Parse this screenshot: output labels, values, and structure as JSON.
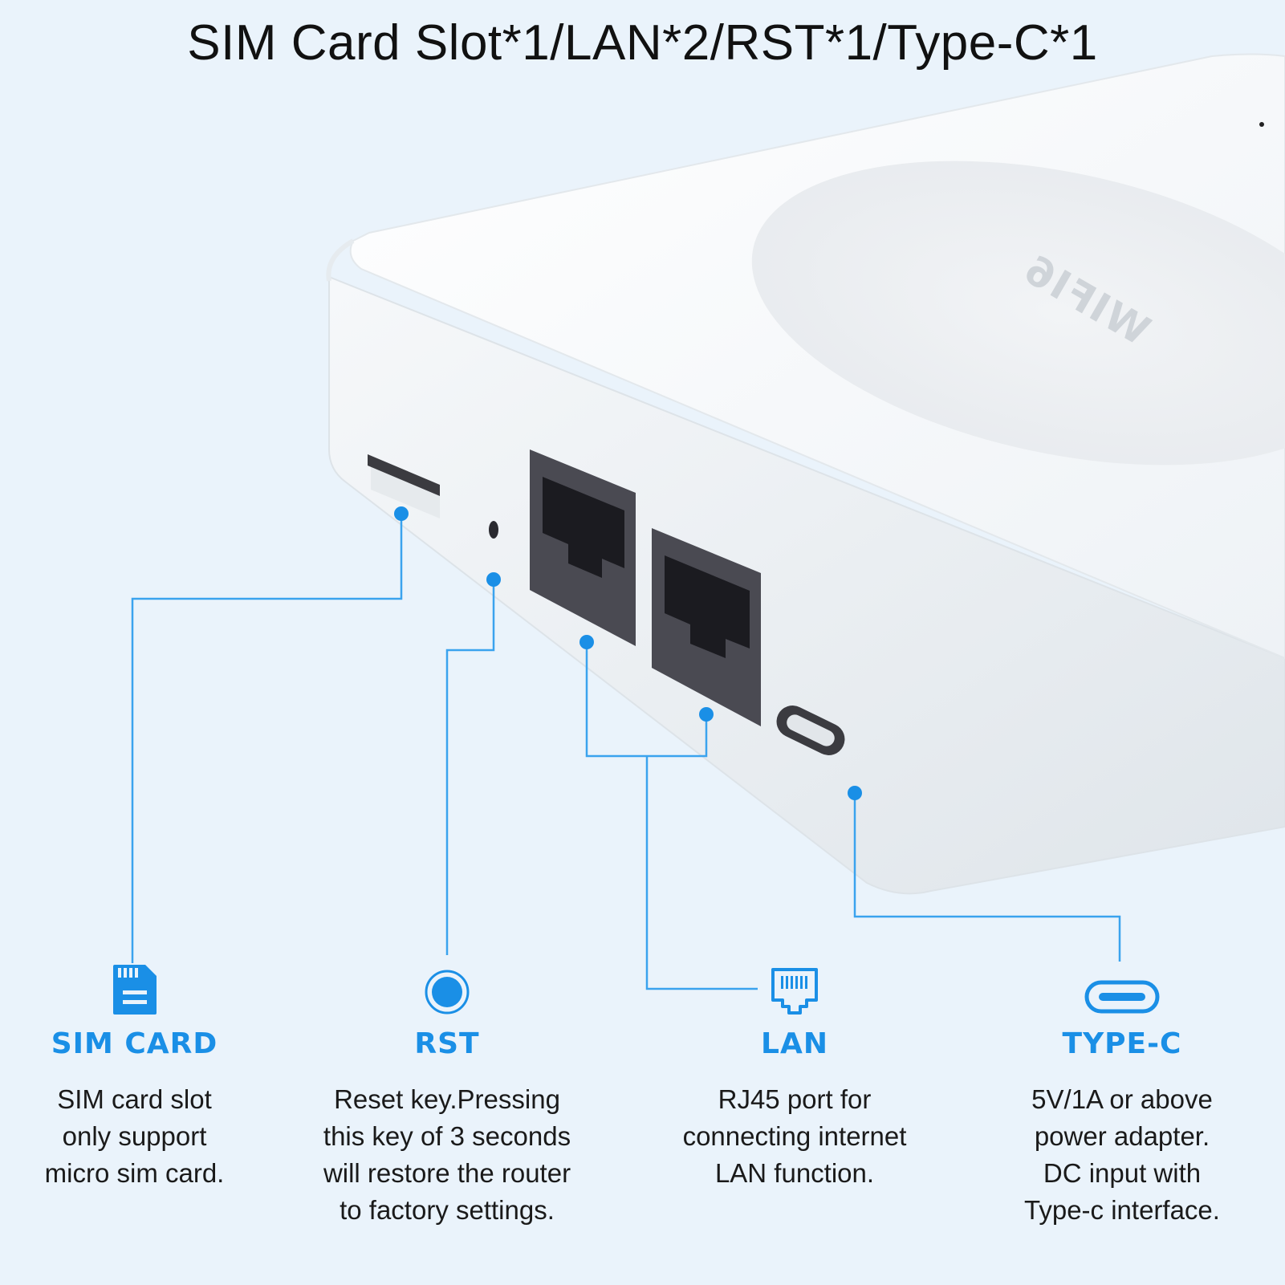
{
  "headline": "SIM Card Slot*1/LAN*2/RST*1/Type-C*1",
  "device": {
    "brand_logo_text": "WIFI6"
  },
  "features": [
    {
      "icon": "sim-card-icon",
      "title": "SIM CARD",
      "description": [
        "SIM card slot",
        "only support",
        "micro sim card."
      ]
    },
    {
      "icon": "reset-button-icon",
      "title": "RST",
      "description": [
        "Reset key.Pressing",
        "this key of 3 seconds",
        "will restore the router",
        "to factory settings."
      ]
    },
    {
      "icon": "ethernet-port-icon",
      "title": "LAN",
      "description": [
        "RJ45 port for",
        "connecting internet",
        "LAN function."
      ]
    },
    {
      "icon": "usb-type-c-icon",
      "title": "TYPE-C",
      "description": [
        "5V/1A or above",
        "power adapter.",
        "DC input with",
        "Type-c interface."
      ]
    }
  ],
  "colors": {
    "accent": "#1a8fe6",
    "background": "#eaf3fb",
    "device": "#ffffff"
  }
}
